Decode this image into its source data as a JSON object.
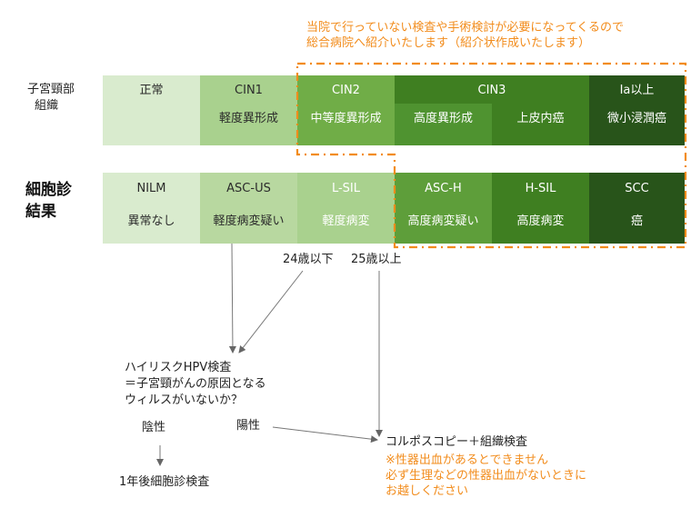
{
  "top_note": {
    "line1": "当院で行っていない検査や手術検討が必要になってくるので",
    "line2": "総合病院へ紹介いたします（紹介状作成いたします）"
  },
  "tissue": {
    "row_label_1": "子宮頸部",
    "row_label_2": "組織",
    "cells": [
      {
        "top": "正常",
        "bottom": ""
      },
      {
        "top": "CIN1",
        "bottom": "軽度異形成"
      },
      {
        "top": "CIN2",
        "bottom": "中等度異形成"
      },
      {
        "top": "CIN3",
        "bottom_a": "高度異形成",
        "bottom_b": "上皮内癌"
      },
      {
        "top": "Ⅰa以上",
        "bottom": "微小浸潤癌"
      }
    ]
  },
  "cytology": {
    "row_label_1": "細胞診",
    "row_label_2": "結果",
    "cells": [
      {
        "top": "NILM",
        "bottom": "異常なし"
      },
      {
        "top": "ASC-US",
        "bottom": "軽度病変疑い"
      },
      {
        "top": "L-SIL",
        "bottom": "軽度病変"
      },
      {
        "top": "ASC-H",
        "bottom": "高度病変疑い"
      },
      {
        "top": "H-SIL",
        "bottom": "高度病変"
      },
      {
        "top": "SCC",
        "bottom": "癌"
      }
    ]
  },
  "age_labels": {
    "under24": "24歳以下",
    "over25": "25歳以上"
  },
  "hpv": {
    "line1": "ハイリスクHPV検査",
    "line2": "＝子宮頸がんの原因となる",
    "line3": "ウィルスがいないか？"
  },
  "negative": "陰性",
  "positive": "陽性",
  "followup": "1年後細胞診検査",
  "colposcopy": "コルポスコピー＋組織検査",
  "warning": {
    "line1": "※性器出血があるとできません",
    "line2": "必ず生理などの性器出血がないときに",
    "line3": "お越しください"
  },
  "colors": {
    "normal": "#d9ebce",
    "light": "#a9d18e",
    "mid": "#70ad47",
    "dark": "#3f7f21",
    "darker": "#2e6a17",
    "darkest": "#28541a",
    "orange": "#f28c1c"
  }
}
